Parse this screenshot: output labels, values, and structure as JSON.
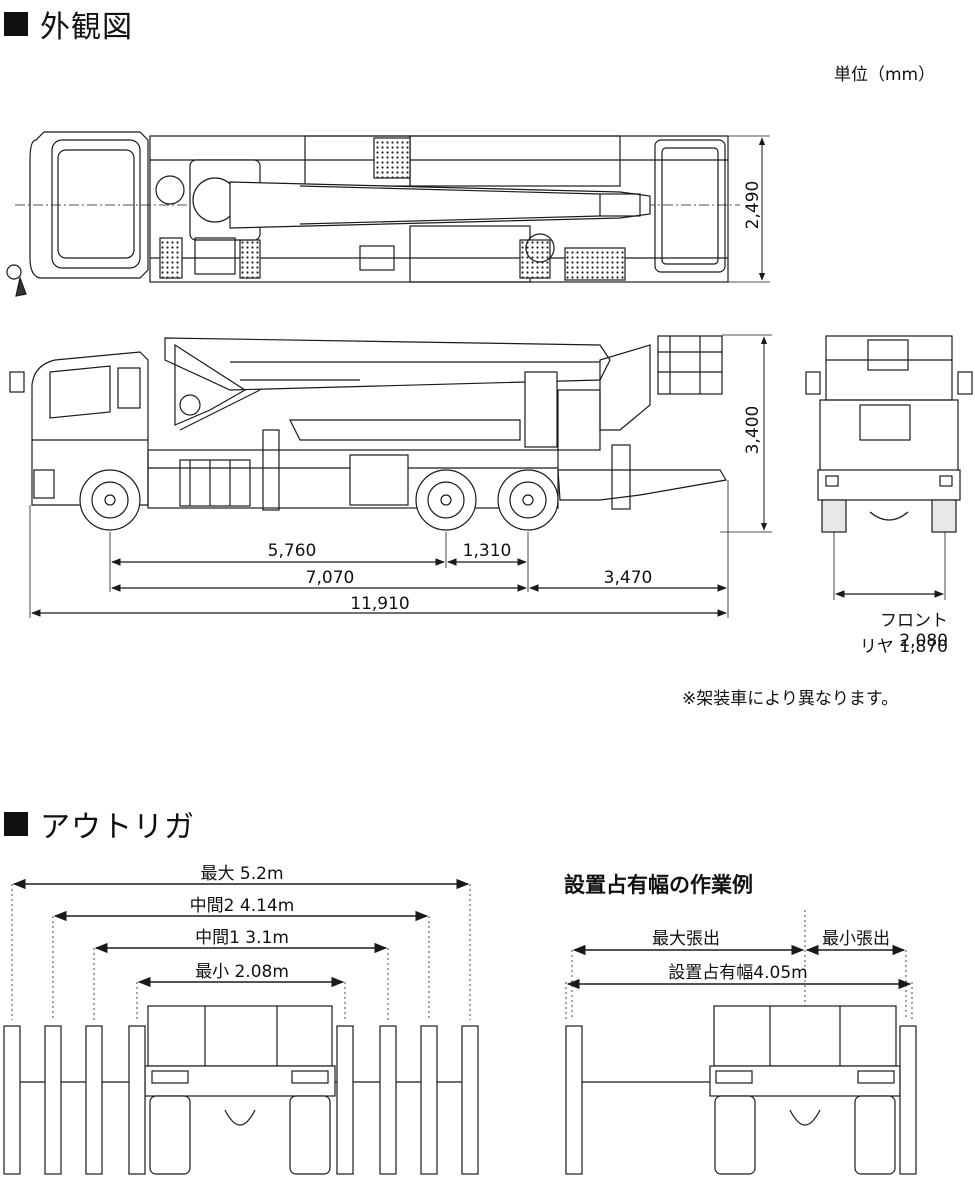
{
  "section1": {
    "title": "外観図",
    "unit": "単位（mm）",
    "note": "※架装車により異なります。"
  },
  "dims": {
    "width_top": "2,490",
    "height_side": "3,400",
    "d5760": "5,760",
    "d1310": "1,310",
    "d7070": "7,070",
    "d3470": "3,470",
    "d11910": "11,910",
    "front_track": "フロント 2,080",
    "rear_track": "リヤ 1,870"
  },
  "section2": {
    "title": "アウトリガ",
    "max": "最大 5.2m",
    "mid2": "中間2 4.14m",
    "mid1": "中間1 3.1m",
    "min": "最小 2.08m",
    "example_title": "設置占有幅の作業例",
    "max_extend": "最大張出",
    "min_extend": "最小張出",
    "occupied": "設置占有幅4.05m"
  },
  "colors": {
    "line": "#1a1a1a",
    "fill_dark": "#333333",
    "fill_light": "#e8e8e8"
  }
}
